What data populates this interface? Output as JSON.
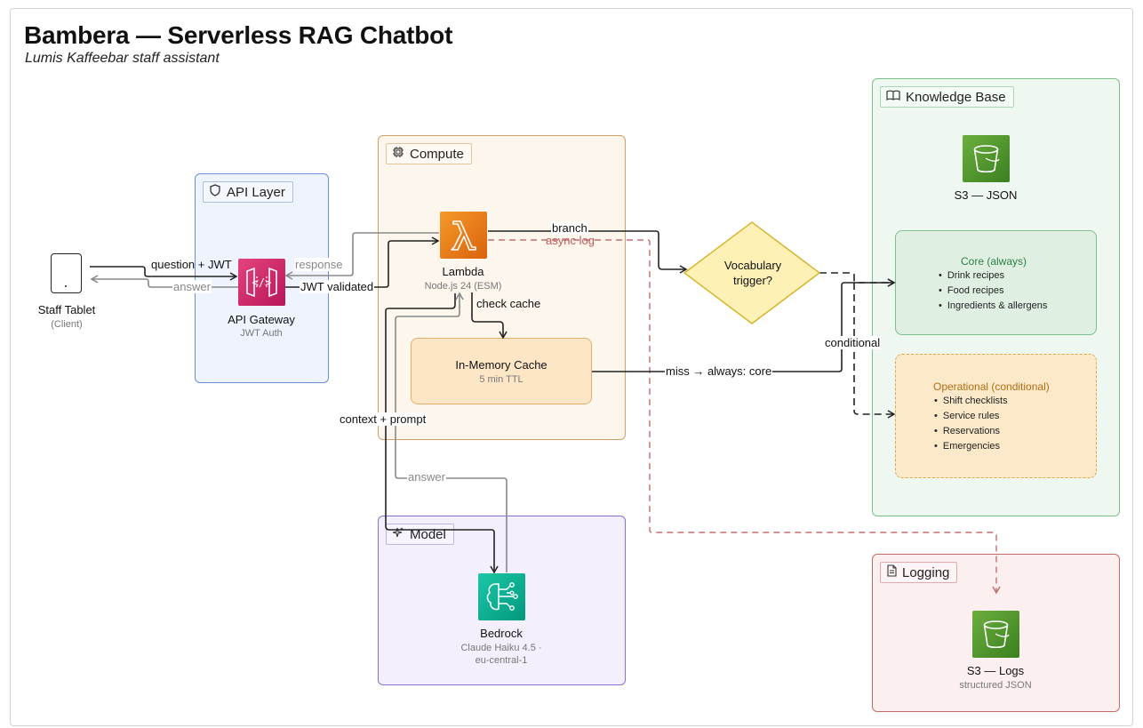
{
  "title": "Bambera — Serverless RAG Chatbot",
  "subtitle": "Lumis Kaffeebar staff assistant",
  "groups": {
    "api_layer": "API Layer",
    "compute": "Compute",
    "model": "Model",
    "knowledge_base": "Knowledge Base",
    "logging": "Logging"
  },
  "nodes": {
    "tablet": {
      "title": "Staff Tablet",
      "sub": "(Client)"
    },
    "api_gateway": {
      "title": "API Gateway",
      "sub": "JWT Auth"
    },
    "lambda": {
      "title": "Lambda",
      "sub": "Node.js 24 (ESM)"
    },
    "cache": {
      "title": "In-Memory Cache",
      "sub": "5 min TTL"
    },
    "bedrock": {
      "title": "Bedrock",
      "sub1": "Claude Haiku 4.5 ·",
      "sub2": "eu-central-1"
    },
    "decision": {
      "line1": "Vocabulary",
      "line2": "trigger?"
    },
    "s3_json": {
      "title": "S3 — JSON"
    },
    "s3_logs": {
      "title": "S3 — Logs",
      "sub": "structured JSON"
    }
  },
  "kb": {
    "core": {
      "title": "Core (always)",
      "items": [
        "Drink recipes",
        "Food recipes",
        "Ingredients & allergens"
      ]
    },
    "operational": {
      "title": "Operational (conditional)",
      "items": [
        "Shift checklists",
        "Service rules",
        "Reservations",
        "Emergencies"
      ]
    }
  },
  "edges": {
    "question_jwt": "question + JWT",
    "answer_client": "answer",
    "response": "response",
    "jwt_validated": "JWT validated",
    "branch": "branch",
    "async_log": "async log",
    "check_cache": "check cache",
    "miss_core": "miss → always: core",
    "conditional": "conditional",
    "context_prompt": "context + prompt",
    "answer_model": "answer"
  },
  "colors": {
    "api_border": "#6b8fd6",
    "api_fill": "#eef3fd",
    "compute_border": "#d4a06a",
    "compute_fill": "#fdf6ec",
    "model_border": "#8b6fd0",
    "model_fill": "#f3effc",
    "kb_border": "#7cbf8c",
    "kb_fill": "#eef7f0",
    "log_border": "#c86a6a",
    "log_fill": "#fbeff0",
    "api_gateway": "#d6246e",
    "lambda": "#e8731a",
    "s3": "#3f8624",
    "bedrock": "#01a88d"
  }
}
